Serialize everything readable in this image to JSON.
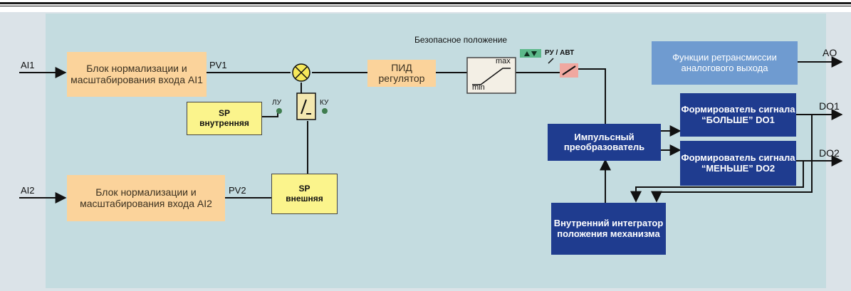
{
  "diagram": {
    "inputs": {
      "ai1": "AI1",
      "ai2": "AI2"
    },
    "outputs": {
      "ao": "AO",
      "do1": "DO1",
      "do2": "DO2"
    },
    "signals": {
      "pv1": "PV1",
      "pv2": "PV2"
    },
    "blocks": {
      "norm_ai1": "Блок нормализации и масштабирования входа AI1",
      "norm_ai2": "Блок нормализации и масштабирования входа AI2",
      "sp_internal_line1": "SP",
      "sp_internal_line2": "внутренняя",
      "sp_external_line1": "SP",
      "sp_external_line2": "внешняя",
      "pid": "ПИД регулятор",
      "limiter_max": "max",
      "limiter_min": "min",
      "retransmission": "Функции ретрансмиссии аналогового выхода",
      "former_do1": "Формирователь сигнала “БОЛЬШЕ” DO1",
      "former_do2": "Формирователь сигнала “МЕНЬШЕ” DO2",
      "pulse_converter": "Импульсный преобразователь",
      "integrator": "Внутренний интегратор положения механизма"
    },
    "labels": {
      "safe_position": "Безопасное положение",
      "manual_auto": "РУ / АВТ",
      "local_setpoint": "ЛУ",
      "remote_setpoint": "КУ"
    },
    "colors": {
      "orange_block": "#fbd39b",
      "yellow_block": "#fbf48c",
      "navy_block": "#1f3c8f",
      "light_blue_block": "#6f9bd0",
      "panel": "#c4dce0",
      "switch_red": "#f0a8a0",
      "led_green": "#3f7d4f"
    }
  }
}
